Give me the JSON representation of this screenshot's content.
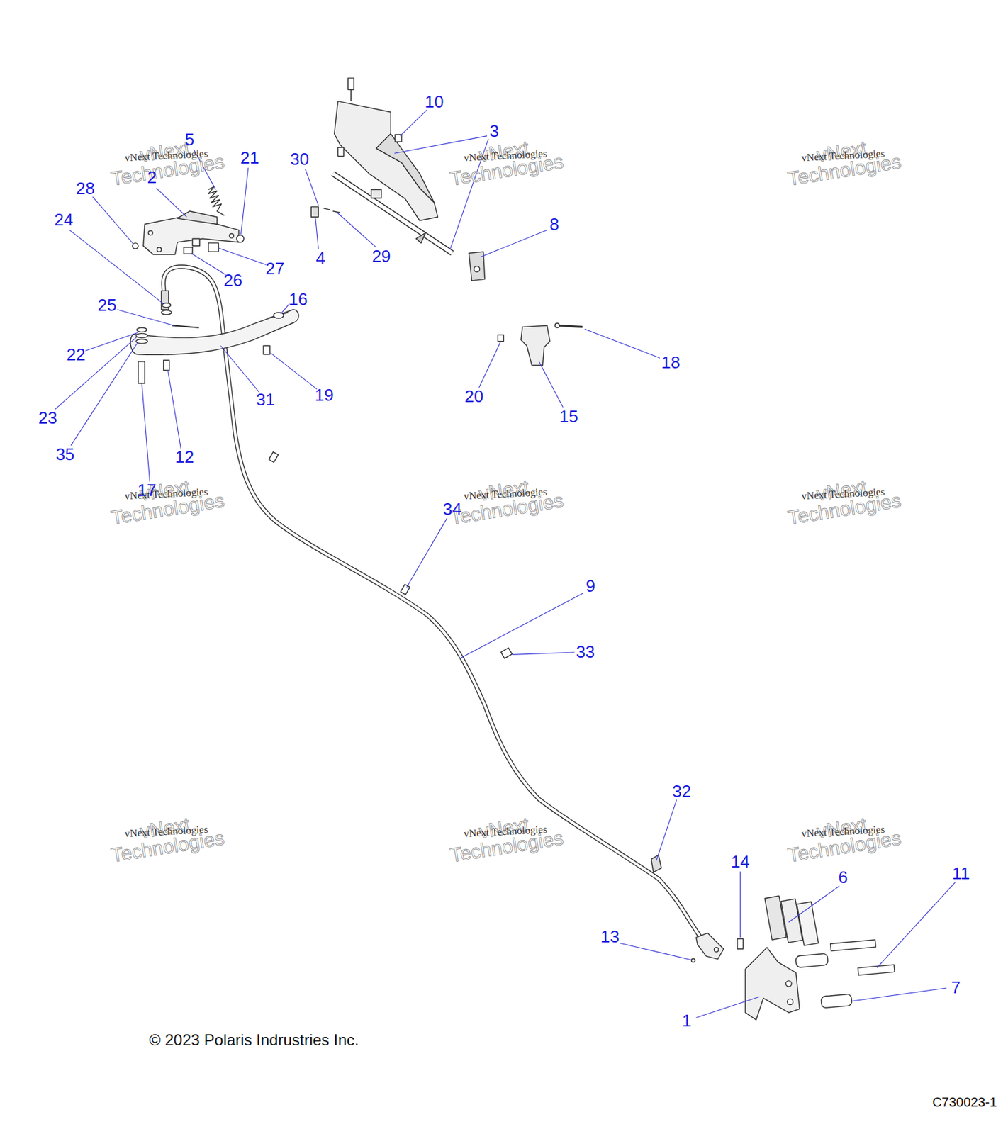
{
  "diagram": {
    "labels": [
      "10",
      "3",
      "5",
      "21",
      "2",
      "30",
      "28",
      "24",
      "8",
      "4",
      "29",
      "27",
      "26",
      "25",
      "16",
      "18",
      "22",
      "19",
      "20",
      "31",
      "23",
      "15",
      "35",
      "12",
      "17",
      "34",
      "9",
      "33",
      "32",
      "14",
      "6",
      "11",
      "13",
      "7",
      "1",
      "vNext Technologies",
      "vNext Technologies",
      "vNext Technologies",
      "vNext Technologies",
      "vNext Technologies",
      "vNext Technologies",
      "vNext Technologies",
      "vNext Technologies",
      "vNext Technologies",
      "vNext Technologies",
      "vNext Technologies",
      "vNext Technologies",
      "vNext Technologies",
      "vNext Technologies",
      "vNext Technologies",
      "vNext Technologies",
      "vNext Technologies",
      "vNext Technologies",
      "© 2023 Polaris Indrustries Inc.",
      "C730023-1"
    ]
  }
}
